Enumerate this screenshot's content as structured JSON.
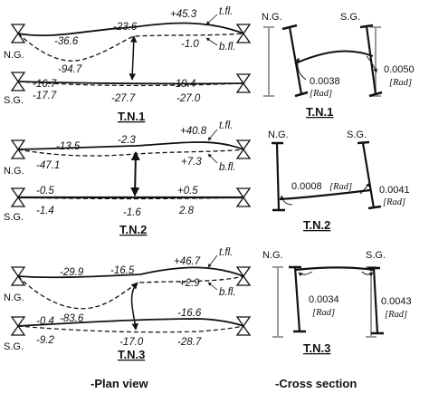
{
  "plan_view": {
    "caption": "-Plan view",
    "panels": [
      {
        "title": "T.N.1",
        "ng_label": "N.G.",
        "sg_label": "S.G.",
        "top_flange_label": "t.fl.",
        "bottom_flange_label": "b.fl.",
        "ng_top_values": [
          "-36.6",
          "-23.6",
          "+45.3"
        ],
        "ng_bottom_values": [
          "-94.7",
          "-1.0"
        ],
        "sg_top_values": [
          "-16.7",
          "-19.4"
        ],
        "sg_bottom_values": [
          "-17.7",
          "-27.7",
          "-27.0"
        ]
      },
      {
        "title": "T.N.2",
        "ng_label": "N.G.",
        "sg_label": "S.G.",
        "top_flange_label": "t.fl.",
        "bottom_flange_label": "b.fl.",
        "ng_top_values": [
          "-13.5",
          "-2.3",
          "+40.8"
        ],
        "ng_bottom_values": [
          "-47.1",
          "+7.3"
        ],
        "sg_top_values": [
          "-0.5",
          "+0.5"
        ],
        "sg_bottom_values": [
          "-1.4",
          "-1.6",
          "2.8"
        ]
      },
      {
        "title": "T.N.3",
        "ng_label": "N.G.",
        "sg_label": "S.G.",
        "top_flange_label": "t.fl.",
        "bottom_flange_label": "b.fl.",
        "ng_top_values": [
          "-29.9",
          "-16.5",
          "+46.7"
        ],
        "ng_bottom_values": [
          "-83.6",
          "+2.9"
        ],
        "sg_top_values": [
          "-0.4",
          "-16.6"
        ],
        "sg_bottom_values": [
          "-9.2",
          "-17.0",
          "-28.7"
        ]
      }
    ]
  },
  "cross_section": {
    "caption": "-Cross section",
    "unit": "[Rad]",
    "panels": [
      {
        "title": "T.N.1",
        "left_label": "N.G.",
        "right_label": "S.G.",
        "rotation_1": "0.0038",
        "rotation_2": "0.0050"
      },
      {
        "title": "T.N.2",
        "left_label": "N.G.",
        "right_label": "S.G.",
        "rotation_1": "0.0008",
        "rotation_2": "0.0041"
      },
      {
        "title": "T.N.3",
        "left_label": "N.G.",
        "right_label": "S.G.",
        "rotation_1": "0.0034",
        "rotation_2": "0.0043"
      }
    ]
  }
}
